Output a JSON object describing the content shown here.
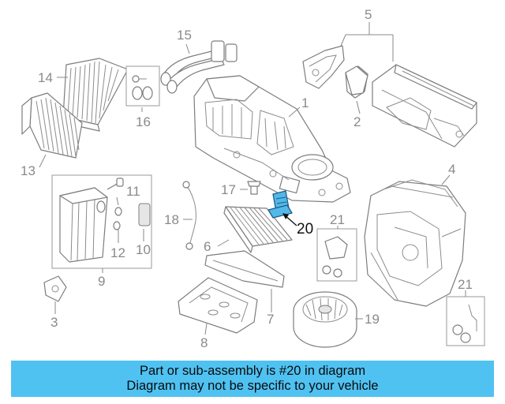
{
  "banner": {
    "line1": "Part or sub-assembly is #20 in diagram",
    "line2": "Diagram may not be specific to your vehicle",
    "color": "#4fc2f2"
  },
  "highlight": {
    "part_number": "20",
    "color": "#52b8e8"
  },
  "callouts": {
    "c1": "1",
    "c2": "2",
    "c3": "3",
    "c4": "4",
    "c5": "5",
    "c6": "6",
    "c7": "7",
    "c8": "8",
    "c9": "9",
    "c10": "10",
    "c11": "11",
    "c12": "12",
    "c13": "13",
    "c14": "14",
    "c15": "15",
    "c16": "16",
    "c17": "17",
    "c18": "18",
    "c19": "19",
    "c20": "20",
    "c21a": "21",
    "c21b": "21"
  }
}
